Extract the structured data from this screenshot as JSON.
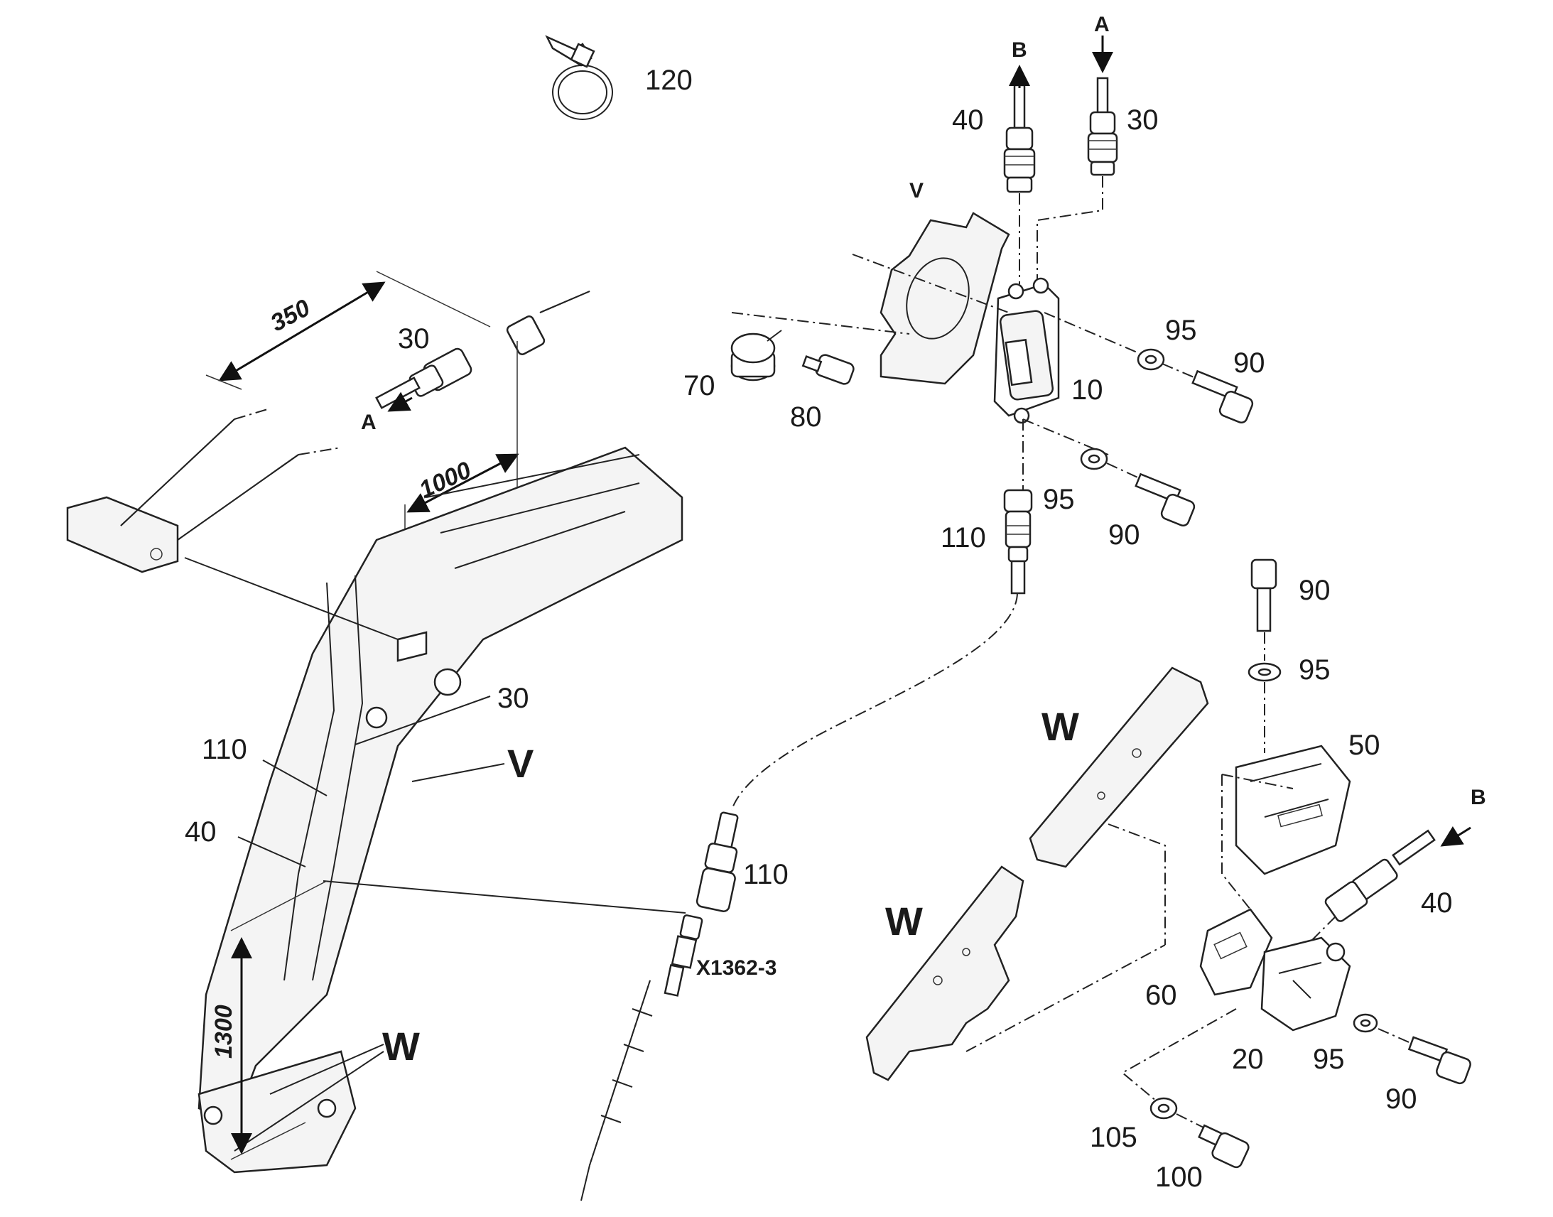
{
  "labels": {
    "p120": "120",
    "p40_top": "40",
    "p30_top": "30",
    "arrowB_top": "B",
    "arrowA_top": "A",
    "view_v_small": "V",
    "p95_a": "95",
    "p90_a": "90",
    "p70": "70",
    "p80": "80",
    "p10": "10",
    "p95_b": "95",
    "p110_a": "110",
    "p90_b": "90",
    "p90_c": "90",
    "p95_c": "95",
    "p50": "50",
    "view_w_top": "W",
    "arrowB_right": "B",
    "p40_right": "40",
    "view_w_left": "W",
    "p60": "60",
    "p20": "20",
    "p95_d": "95",
    "p90_d": "90",
    "p105": "105",
    "p100": "100",
    "p110_b": "110",
    "connector_x1362": "X1362-3",
    "dim_350": "350",
    "dim_1000": "1000",
    "dim_1300": "1300",
    "p30_left": "30",
    "arrowA_left": "A",
    "p30_boom": "30",
    "p110_boom": "110",
    "view_v_boom": "V",
    "p40_boom": "40",
    "view_w_boom": "W"
  }
}
